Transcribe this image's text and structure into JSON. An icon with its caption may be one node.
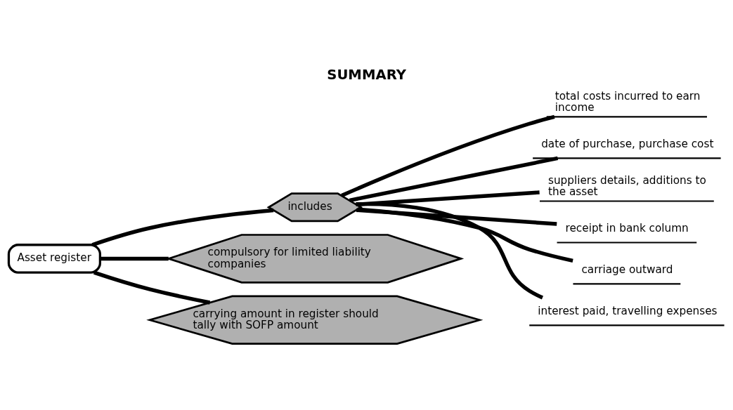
{
  "diagram": {
    "title": "SUMMARY",
    "nodes": [
      {
        "text": [
          "Asset register"
        ]
      },
      {
        "text": [
          "includes"
        ]
      },
      {
        "text": [
          "total costs incurred to earn income"
        ]
      },
      {
        "text": [
          "date of purchase, purchase cost"
        ]
      },
      {
        "text": [
          "suppliers details, additions to the asset"
        ]
      },
      {
        "text": [
          "receipt in bank column"
        ]
      },
      {
        "text": [
          "carriage outward"
        ]
      },
      {
        "text": [
          "interest paid, travelling expenses"
        ]
      },
      {
        "text": [
          "compulsory for limited liability companies"
        ]
      },
      {
        "text": [
          "carrying amount in register should tally with SOFP amount"
        ]
      }
    ],
    "edges": [
      {
        "from": 0,
        "to": 1,
        "arrow": "none"
      },
      {
        "from": 1,
        "to": 2,
        "arrow": "none"
      },
      {
        "from": 1,
        "to": 3,
        "arrow": "none"
      },
      {
        "from": 1,
        "to": 4,
        "arrow": "none"
      },
      {
        "from": 1,
        "to": 5,
        "arrow": "none"
      },
      {
        "from": 1,
        "to": 6,
        "arrow": "none"
      },
      {
        "from": 1,
        "to": 7,
        "arrow": "none"
      },
      {
        "from": 0,
        "to": 8,
        "arrow": "none"
      },
      {
        "from": 0,
        "to": 9,
        "arrow": "none"
      }
    ]
  }
}
